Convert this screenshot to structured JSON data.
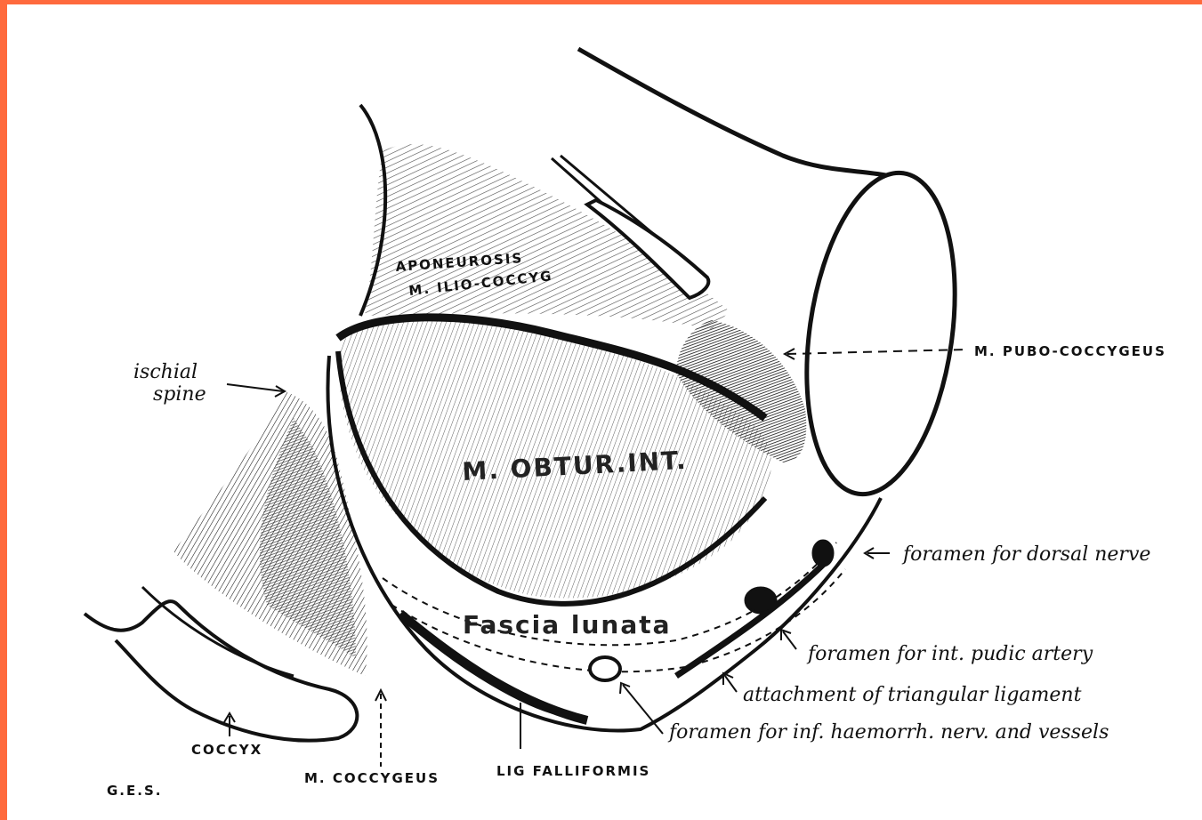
{
  "labels": {
    "aponeurosis": "APONEUROSIS",
    "m_ilio_coccyg": "M. ILIO-COCCYG",
    "m_pubo_coccygeus": "M. PUBO-COCCYGEUS",
    "ischial_spine_1": "ischial",
    "ischial_spine_2": "spine",
    "m_obtur_int": "M. OBTUR.INT.",
    "fascia_lunata": "Fascia lunata",
    "foramen_dorsal_nerve": "foramen for dorsal nerve",
    "foramen_int_pudic": "foramen for int. pudic artery",
    "attachment_triangular": "attachment of triangular ligament",
    "foramen_inf_haemorrh": "foramen for inf. haemorrh. nerv. and vessels",
    "coccyx": "COCCYX",
    "m_coccygeus": "M. COCCYGEUS",
    "lig_falciformis": "LIG FALLIFORMIS",
    "signature": "G.E.S."
  },
  "colors": {
    "border": "#ff6a3d",
    "ink": "#111111",
    "paper": "#ffffff"
  }
}
